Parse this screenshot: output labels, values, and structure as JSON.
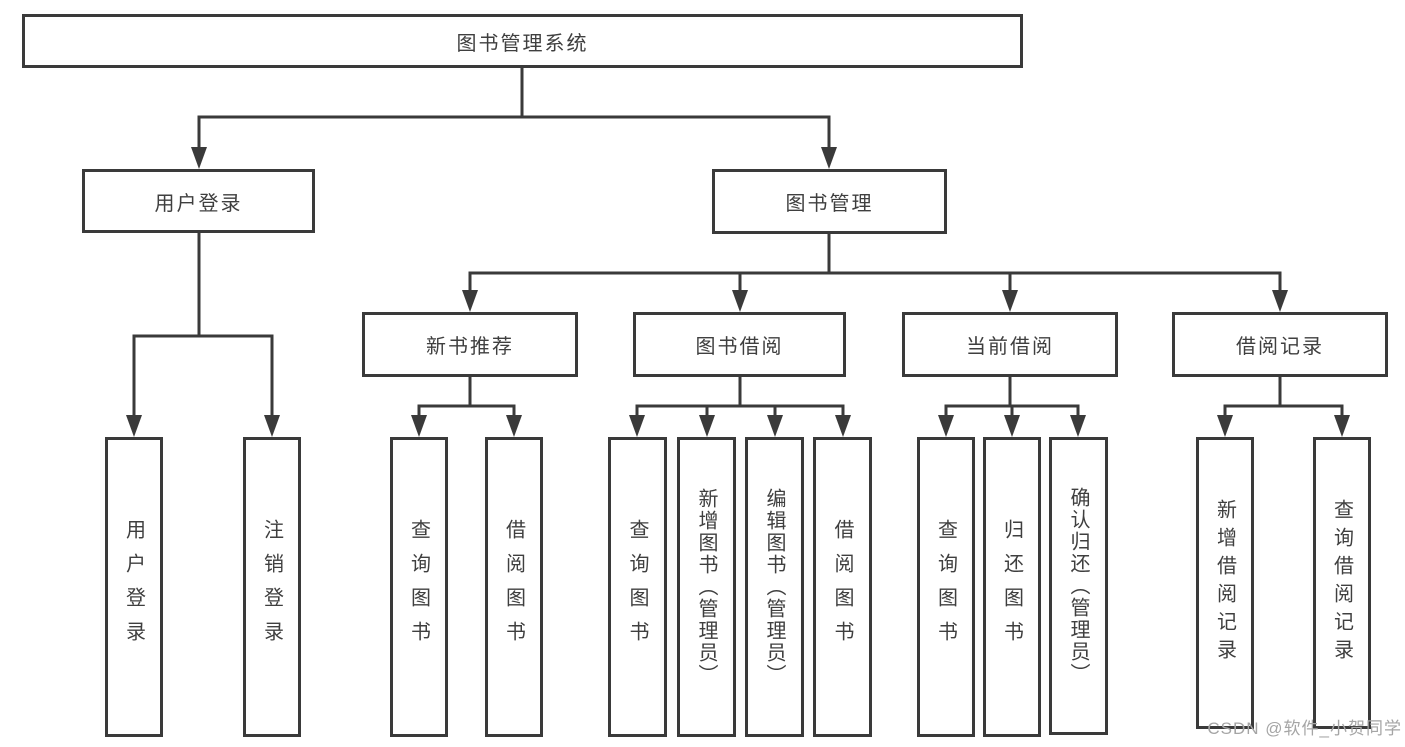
{
  "diagram": {
    "watermark": "CSDN @软件_小贺同学",
    "colors": {
      "line": "#3a3a3a",
      "box_border": "#3a3a3a",
      "box_fill": "#ffffff",
      "text": "#3f3f3f",
      "watermark": "#a5a5a5"
    },
    "nodes": [
      {
        "id": "root",
        "label": "图书管理系统",
        "level": 1,
        "parent": null
      },
      {
        "id": "user-login",
        "label": "用户登录",
        "level": 2,
        "parent": "root"
      },
      {
        "id": "book-mgmt",
        "label": "图书管理",
        "level": 2,
        "parent": "root"
      },
      {
        "id": "new-book-rec",
        "label": "新书推荐",
        "level": 3,
        "parent": "book-mgmt"
      },
      {
        "id": "book-borrow",
        "label": "图书借阅",
        "level": 3,
        "parent": "book-mgmt"
      },
      {
        "id": "current-borrow",
        "label": "当前借阅",
        "level": 3,
        "parent": "book-mgmt"
      },
      {
        "id": "borrow-record",
        "label": "借阅记录",
        "level": 3,
        "parent": "book-mgmt"
      },
      {
        "id": "login",
        "label": "用户登录",
        "level": 4,
        "parent": "user-login"
      },
      {
        "id": "logout",
        "label": "注销登录",
        "level": 4,
        "parent": "user-login"
      },
      {
        "id": "nb-query",
        "label": "查询图书",
        "level": 4,
        "parent": "new-book-rec"
      },
      {
        "id": "nb-borrow",
        "label": "借阅图书",
        "level": 4,
        "parent": "new-book-rec"
      },
      {
        "id": "bb-query",
        "label": "查询图书",
        "level": 4,
        "parent": "book-borrow"
      },
      {
        "id": "bb-add",
        "label": "新增图书（管理员）",
        "level": 4,
        "parent": "book-borrow"
      },
      {
        "id": "bb-edit",
        "label": "编辑图书（管理员）",
        "level": 4,
        "parent": "book-borrow"
      },
      {
        "id": "bb-borrow",
        "label": "借阅图书",
        "level": 4,
        "parent": "book-borrow"
      },
      {
        "id": "cb-query",
        "label": "查询图书",
        "level": 4,
        "parent": "current-borrow"
      },
      {
        "id": "cb-return",
        "label": "归还图书",
        "level": 4,
        "parent": "current-borrow"
      },
      {
        "id": "cb-confirm",
        "label": "确认归还（管理员）",
        "level": 4,
        "parent": "current-borrow"
      },
      {
        "id": "br-add",
        "label": "新增借阅记录",
        "level": 4,
        "parent": "borrow-record"
      },
      {
        "id": "br-query",
        "label": "查询借阅记录",
        "level": 4,
        "parent": "borrow-record"
      }
    ]
  }
}
